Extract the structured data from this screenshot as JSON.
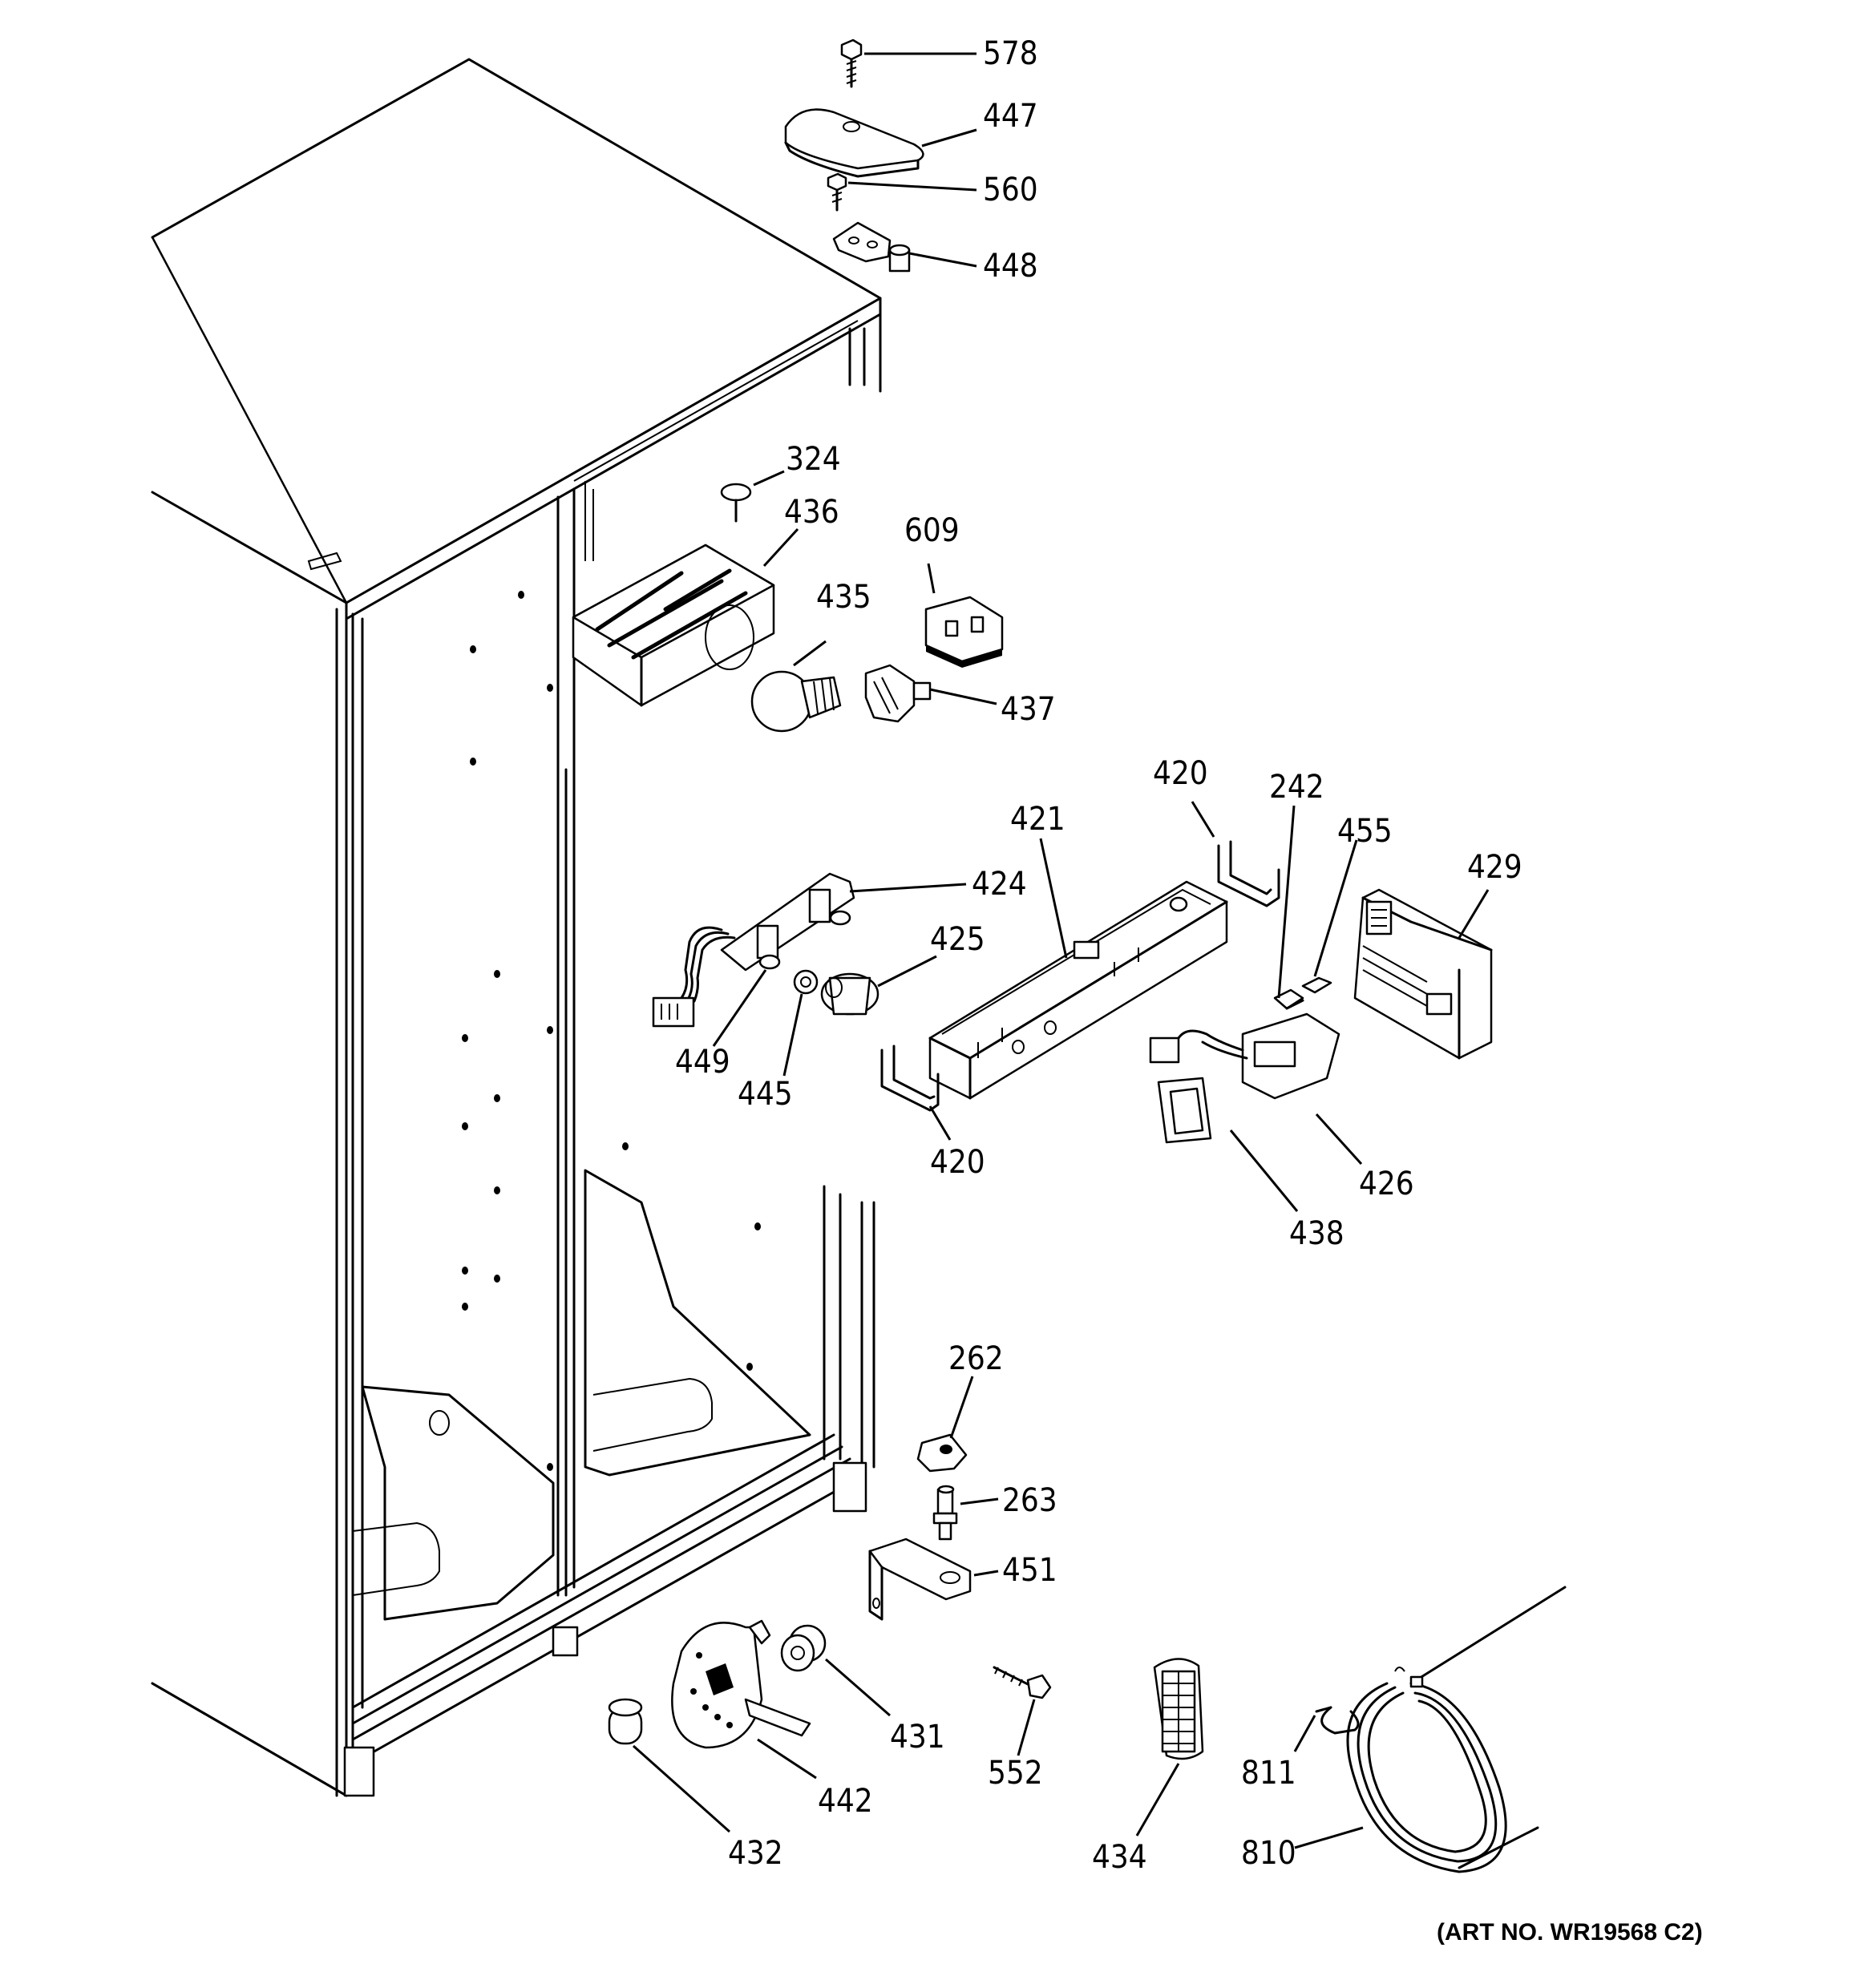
{
  "art_number": "(ART NO. WR19568 C2)",
  "callouts": [
    {
      "id": "c578",
      "text": "578"
    },
    {
      "id": "c447",
      "text": "447"
    },
    {
      "id": "c560",
      "text": "560"
    },
    {
      "id": "c448",
      "text": "448"
    },
    {
      "id": "c324",
      "text": "324"
    },
    {
      "id": "c436",
      "text": "436"
    },
    {
      "id": "c609",
      "text": "609"
    },
    {
      "id": "c435",
      "text": "435"
    },
    {
      "id": "c437",
      "text": "437"
    },
    {
      "id": "c420a",
      "text": "420"
    },
    {
      "id": "c242",
      "text": "242"
    },
    {
      "id": "c421",
      "text": "421"
    },
    {
      "id": "c455",
      "text": "455"
    },
    {
      "id": "c429",
      "text": "429"
    },
    {
      "id": "c424",
      "text": "424"
    },
    {
      "id": "c425",
      "text": "425"
    },
    {
      "id": "c449",
      "text": "449"
    },
    {
      "id": "c445",
      "text": "445"
    },
    {
      "id": "c420b",
      "text": "420"
    },
    {
      "id": "c426",
      "text": "426"
    },
    {
      "id": "c438",
      "text": "438"
    },
    {
      "id": "c262",
      "text": "262"
    },
    {
      "id": "c263",
      "text": "263"
    },
    {
      "id": "c451",
      "text": "451"
    },
    {
      "id": "c431",
      "text": "431"
    },
    {
      "id": "c552",
      "text": "552"
    },
    {
      "id": "c442",
      "text": "442"
    },
    {
      "id": "c432",
      "text": "432"
    },
    {
      "id": "c434",
      "text": "434"
    },
    {
      "id": "c811",
      "text": "811"
    },
    {
      "id": "c810",
      "text": "810"
    }
  ]
}
